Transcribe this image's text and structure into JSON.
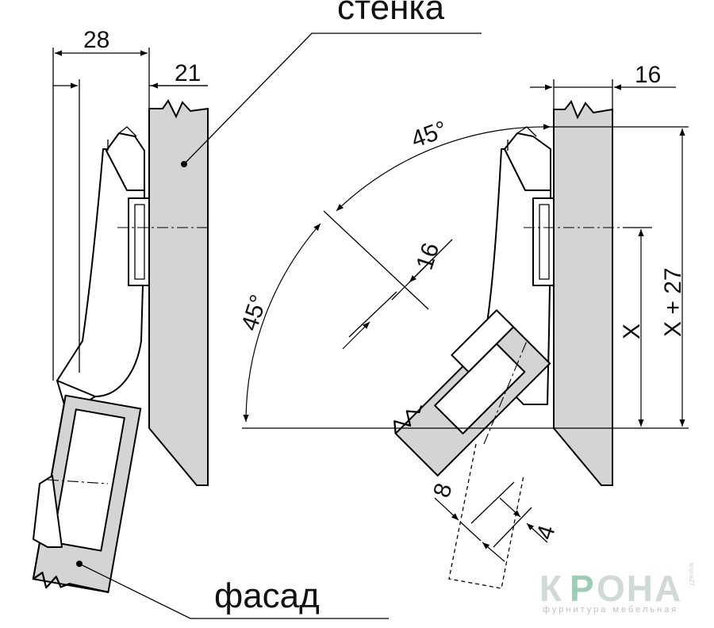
{
  "labels": {
    "wall": "стенка",
    "facade": "фасад"
  },
  "dimensions": {
    "d28": "28",
    "d21": "21",
    "d16_top": "16",
    "d16_door": "16",
    "angle_top": "45°",
    "angle_side": "45°",
    "x": "X",
    "x27": "X + 27",
    "d8": "8",
    "d4": "4"
  },
  "logo": {
    "name_left": "К",
    "name_accent": "Р",
    "name_rest": "ОНА",
    "tagline": "фурнитура мебельная",
    "side": "krona27"
  },
  "colors": {
    "panel_fill": "#d4d4d4",
    "line": "#000000",
    "logo_text": "#cfd9d6",
    "logo_accent": "#9ccdb5"
  }
}
